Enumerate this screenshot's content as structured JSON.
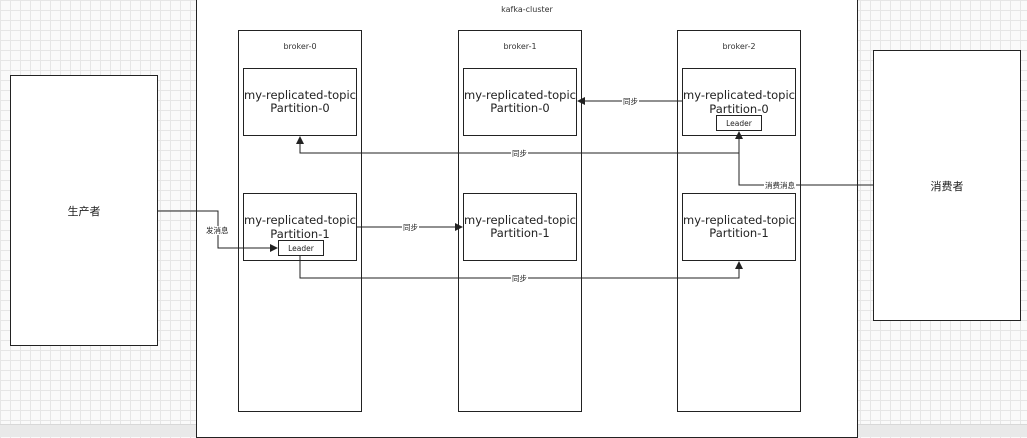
{
  "cluster": {
    "label": "kafka-cluster"
  },
  "producer": {
    "label": "生产者"
  },
  "consumer": {
    "label": "消费者"
  },
  "brokers": [
    {
      "name": "broker-0",
      "p0": {
        "topic": "my-replicated-topic",
        "partition": "Partition-0"
      },
      "p1": {
        "topic": "my-replicated-topic",
        "partition": "Partition-1",
        "badge": "Leader"
      }
    },
    {
      "name": "broker-1",
      "p0": {
        "topic": "my-replicated-topic",
        "partition": "Partition-0"
      },
      "p1": {
        "topic": "my-replicated-topic",
        "partition": "Partition-1"
      }
    },
    {
      "name": "broker-2",
      "p0": {
        "topic": "my-replicated-topic",
        "partition": "Partition-0",
        "badge": "Leader"
      },
      "p1": {
        "topic": "my-replicated-topic",
        "partition": "Partition-1"
      }
    }
  ],
  "edges": {
    "send": "发消息",
    "consume": "消费消息",
    "sync_b2_b1_p0": "同步",
    "sync_b2_b0_p0": "同步",
    "sync_b0_b1_p1": "同步",
    "sync_b0_b2_p1": "同步"
  }
}
